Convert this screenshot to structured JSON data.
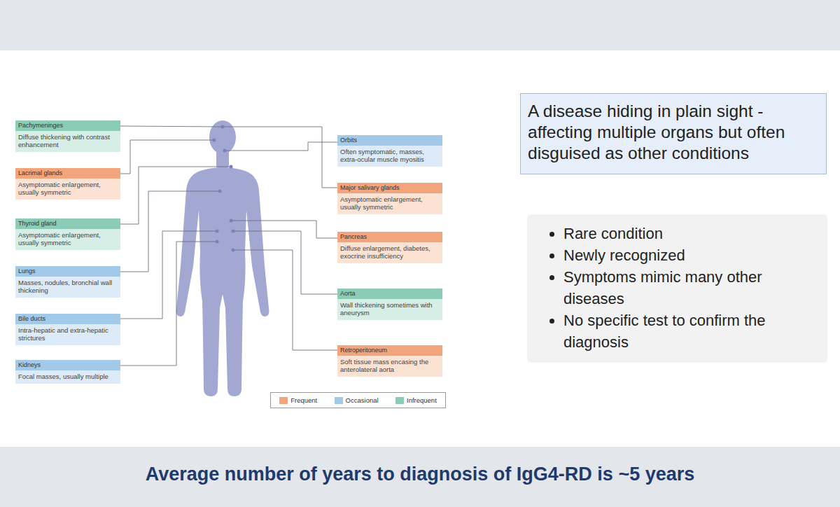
{
  "diagram": {
    "caption": "Average number of years to diagnosis of IgG4-RD is ~5 years",
    "nodes": [
      {
        "text": [
          "Pachymeninges",
          "Diffuse thickening with contrast enhancement"
        ]
      },
      {
        "text": [
          "Lacrimal glands",
          "Asymptomatic enlargement, usually symmetric"
        ]
      },
      {
        "text": [
          "Thyroid gland",
          "Asymptomatic enlargement, usually symmetric"
        ]
      },
      {
        "text": [
          "Lungs",
          "Masses, nodules, bronchial wall thickening"
        ]
      },
      {
        "text": [
          "Bile ducts",
          "Intra-hepatic and extra-hepatic strictures"
        ]
      },
      {
        "text": [
          "Kidneys",
          "Focal masses, usually multiple"
        ]
      },
      {
        "text": [
          "Orbits",
          "Often symptomatic, masses, extra-ocular muscle myositis"
        ]
      },
      {
        "text": [
          "Major salivary glands",
          "Asymptomatic enlargement, usually symmetric"
        ]
      },
      {
        "text": [
          "Pancreas",
          "Diffuse enlargement, diabetes, exocrine insufficiency"
        ]
      },
      {
        "text": [
          "Aorta",
          "Wall thickening sometimes with aneurysm"
        ]
      },
      {
        "text": [
          "Retroperitoneum",
          "Soft tissue mass encasing the anterolateral aorta"
        ]
      },
      {
        "text": [
          "A disease hiding in plain sight - affecting multiple organs but often disguised as other conditions"
        ]
      },
      {
        "text": [
          "Rare condition",
          "Newly recognized",
          "Symptoms mimic many other diseases",
          "No specific test to confirm the diagnosis"
        ]
      }
    ],
    "legend": [
      {
        "text": "Frequent",
        "color": "#f2a47c"
      },
      {
        "text": "Occasional",
        "color": "#a3c9e8"
      },
      {
        "text": "Infrequent",
        "color": "#8ccbb5"
      }
    ]
  }
}
